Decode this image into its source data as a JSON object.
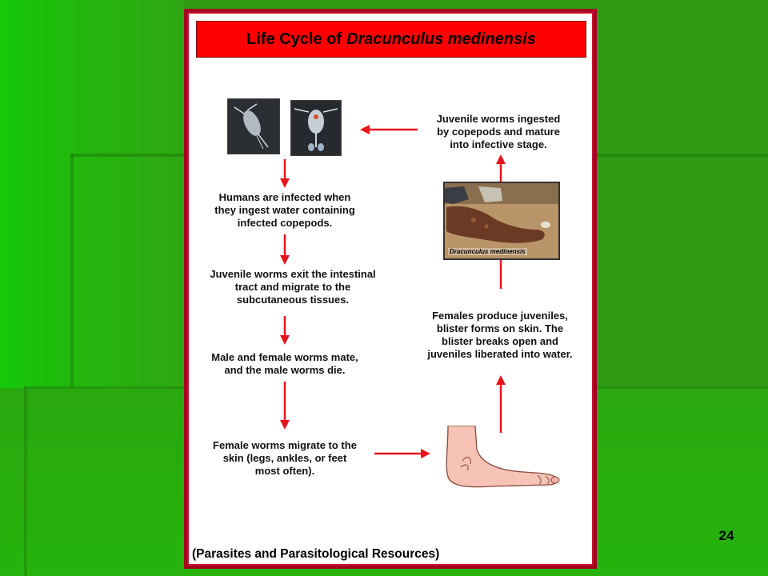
{
  "slide": {
    "number": "24"
  },
  "diagram": {
    "title_prefix": "Life Cycle of ",
    "title_species": "Dracunculus medinensis",
    "steps": {
      "copepods_ingest": [
        "Juvenile worms ingested",
        "by copepods and mature",
        "into infective stage."
      ],
      "humans_infected": [
        "Humans are infected when",
        "they ingest water containing",
        "infected copepods."
      ],
      "exit_intestine": [
        "Juvenile worms exit the intestinal",
        "tract and migrate to the",
        "subcutaneous tissues."
      ],
      "mate": [
        "Male and female worms mate,",
        "and the male worms die."
      ],
      "females_migrate": [
        "Female worms migrate to the",
        "skin (legs, ankles, or feet",
        "most often)."
      ],
      "juveniles_released": [
        "Females produce juveniles,",
        "blister forms on skin.  The",
        "blister breaks open and",
        "juveniles liberated into water."
      ]
    },
    "photo_caption": "Dracunculus medinensis",
    "citation": "(Parasites and Parasitological Resources)",
    "colors": {
      "arrow": "#e8141c",
      "title_bg": "#ff0000",
      "frame": "#a3001f"
    },
    "images": [
      "copepod-photo-1",
      "copepod-photo-2",
      "infected-foot-photo",
      "foot-illustration"
    ]
  }
}
